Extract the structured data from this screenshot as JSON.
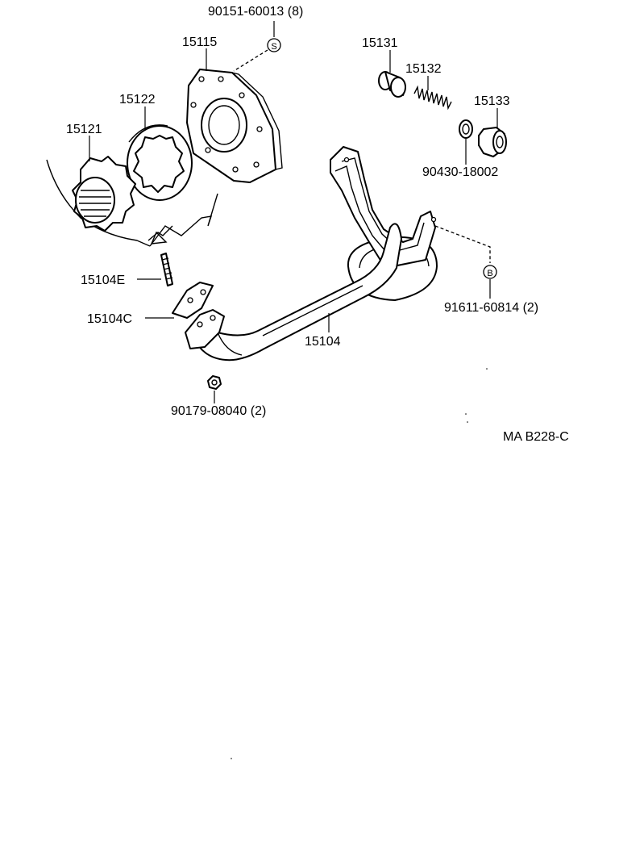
{
  "diagram": {
    "code": "MA B228-C",
    "labels": {
      "p90151": "90151-60013 (8)",
      "p15115": "15115",
      "p15131": "15131",
      "p15132": "15132",
      "p15133": "15133",
      "p15122": "15122",
      "p15121": "15121",
      "p90430": "90430-18002",
      "p15104E": "15104E",
      "p15104C": "15104C",
      "p15104": "15104",
      "p91611": "91611-60814 (2)",
      "p90179": "90179-08040 (2)"
    },
    "symbols": {
      "screw": "S",
      "bolt": "B"
    }
  }
}
